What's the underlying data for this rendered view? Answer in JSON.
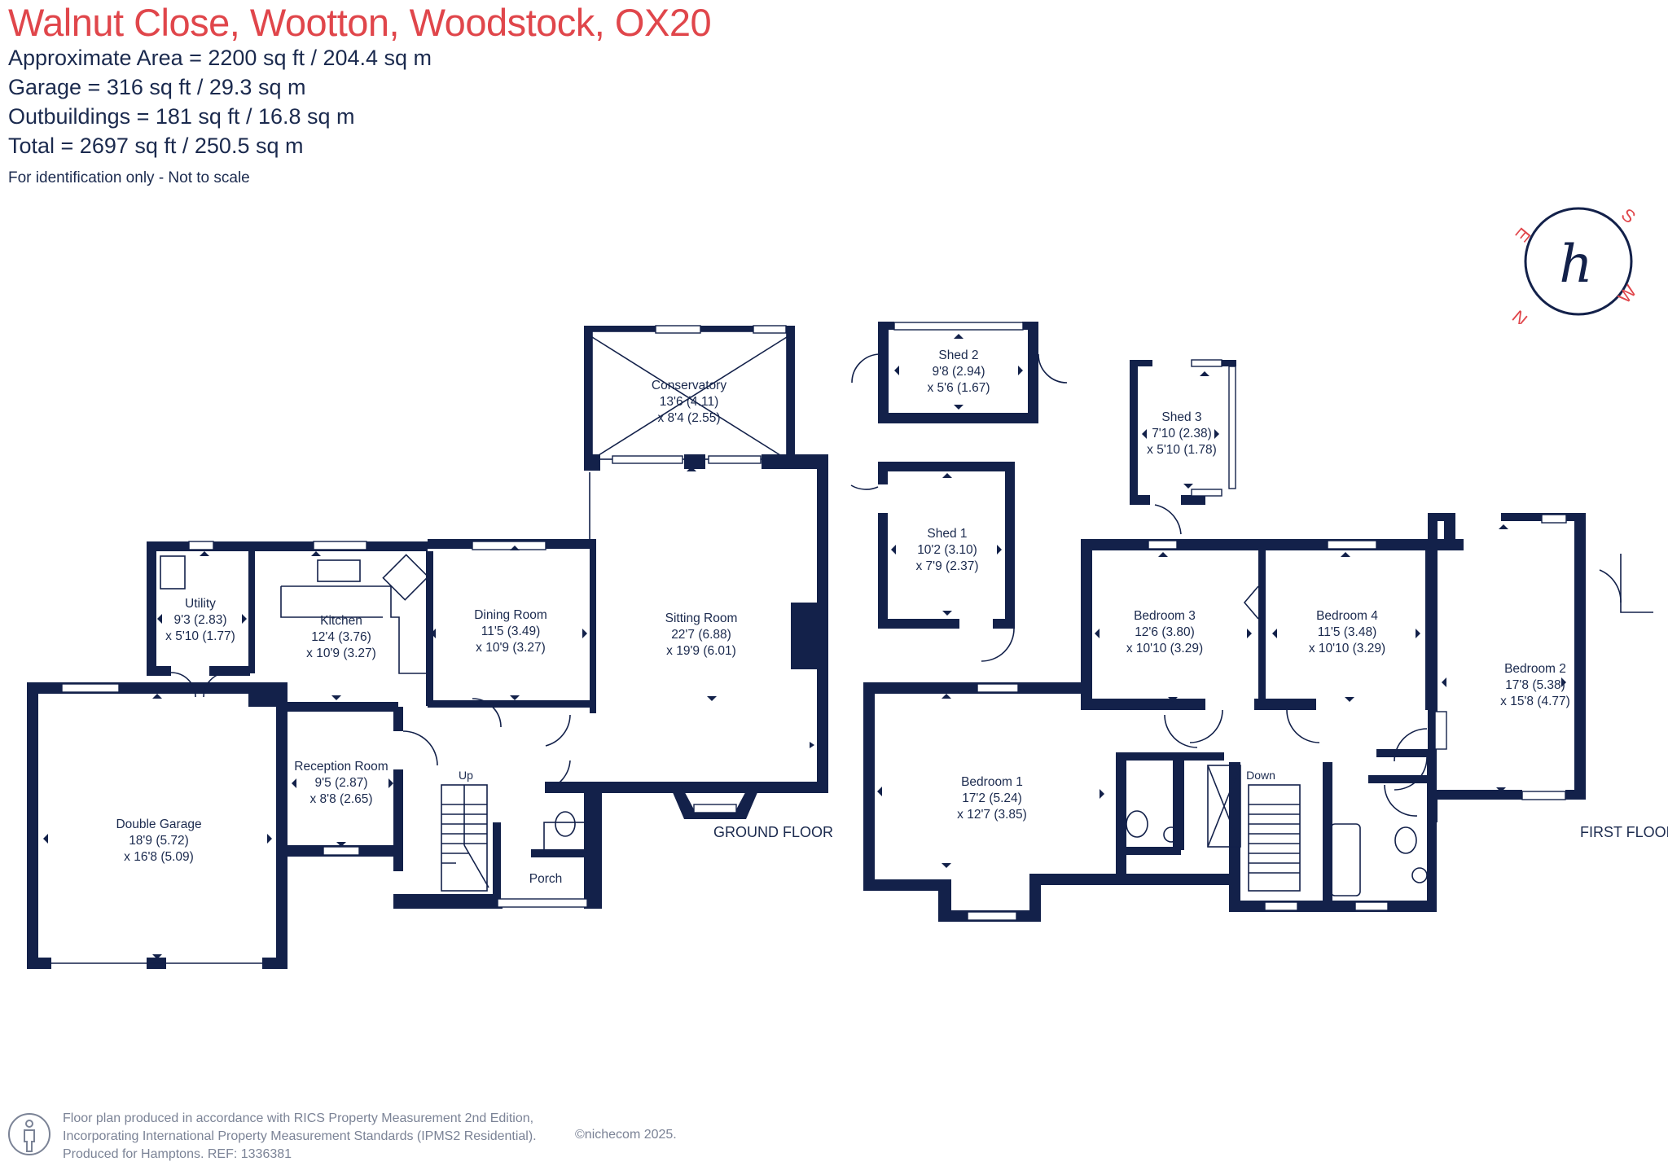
{
  "header": {
    "title": "Walnut Close, Wootton, Woodstock, OX20",
    "approx_area": "Approximate Area = 2200 sq ft / 204.4 sq m",
    "garage": "Garage = 316 sq ft / 29.3 sq m",
    "outbuildings": "Outbuildings = 181 sq ft / 16.8 sq m",
    "total": "Total = 2697 sq ft / 250.5 sq m",
    "note": "For identification only - Not to scale"
  },
  "colors": {
    "wall": "#13214a",
    "title": "#e0464b",
    "footer": "#7b8396"
  },
  "floors": {
    "ground": "GROUND FLOOR",
    "first": "FIRST FLOOR"
  },
  "rooms": {
    "conservatory": {
      "name": "Conservatory",
      "dim1": "13'6 (4.11)",
      "dim2": "x 8'4 (2.55)"
    },
    "shed2": {
      "name": "Shed 2",
      "dim1": "9'8 (2.94)",
      "dim2": "x 5'6 (1.67)"
    },
    "shed3": {
      "name": "Shed 3",
      "dim1": "7'10 (2.38)",
      "dim2": "x 5'10 (1.78)"
    },
    "shed1": {
      "name": "Shed 1",
      "dim1": "10'2 (3.10)",
      "dim2": "x 7'9 (2.37)"
    },
    "utility": {
      "name": "Utility",
      "dim1": "9'3 (2.83)",
      "dim2": "x 5'10 (1.77)"
    },
    "kitchen": {
      "name": "Kitchen",
      "dim1": "12'4 (3.76)",
      "dim2": "x 10'9 (3.27)"
    },
    "dining": {
      "name": "Dining Room",
      "dim1": "11'5 (3.49)",
      "dim2": "x 10'9 (3.27)"
    },
    "sitting": {
      "name": "Sitting Room",
      "dim1": "22'7 (6.88)",
      "dim2": "x 19'9 (6.01)"
    },
    "reception": {
      "name": "Reception Room",
      "dim1": "9'5 (2.87)",
      "dim2": "x 8'8 (2.65)"
    },
    "garage": {
      "name": "Double Garage",
      "dim1": "18'9 (5.72)",
      "dim2": "x 16'8 (5.09)"
    },
    "porch": {
      "name": "Porch"
    },
    "bedroom1": {
      "name": "Bedroom 1",
      "dim1": "17'2 (5.24)",
      "dim2": "x 12'7 (3.85)"
    },
    "bedroom2": {
      "name": "Bedroom 2",
      "dim1": "17'8 (5.38)",
      "dim2": "x 15'8 (4.77)"
    },
    "bedroom3": {
      "name": "Bedroom 3",
      "dim1": "12'6 (3.80)",
      "dim2": "x 10'10 (3.29)"
    },
    "bedroom4": {
      "name": "Bedroom 4",
      "dim1": "11'5 (3.48)",
      "dim2": "x 10'10 (3.29)"
    }
  },
  "stairs": {
    "up": "Up",
    "down": "Down"
  },
  "compass": {
    "brand_letter": "h",
    "letters": [
      "S",
      "W",
      "N",
      "E"
    ]
  },
  "footer": {
    "line1": "Floor plan produced in accordance with RICS Property Measurement 2nd Edition,",
    "line2": "Incorporating International Property Measurement Standards (IPMS2 Residential).",
    "line3": "Produced for Hamptons.   REF: 1336381",
    "copyright": "©nichecom 2025."
  }
}
